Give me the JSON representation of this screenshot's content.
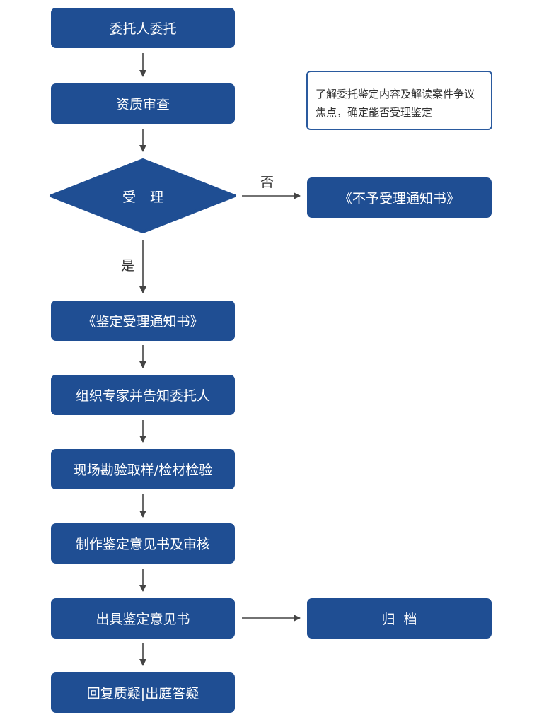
{
  "nodes": {
    "commission": "委托人委托",
    "qualification": "资质审查",
    "acceptance": "受理",
    "acceptance_notice": "《鉴定受理通知书》",
    "rejection_notice": "《不予受理通知书》",
    "organize_experts": "组织专家并告知委托人",
    "site_survey": "现场勘验取样/检材检验",
    "prepare_opinion": "制作鉴定意见书及审核",
    "issue_opinion": "出具鉴定意见书",
    "archive": "归  档",
    "court_reply": "回复质疑|出庭答疑"
  },
  "note": {
    "text": "了解委托鉴定内容及解读案件争议焦点，确定能否受理鉴定"
  },
  "edges": {
    "no_label": "否",
    "yes_label": "是"
  },
  "colors": {
    "box_fill": "#1f4e93",
    "box_text": "#ffffff",
    "arrow": "#444444",
    "note_border": "#2a5a9e"
  }
}
